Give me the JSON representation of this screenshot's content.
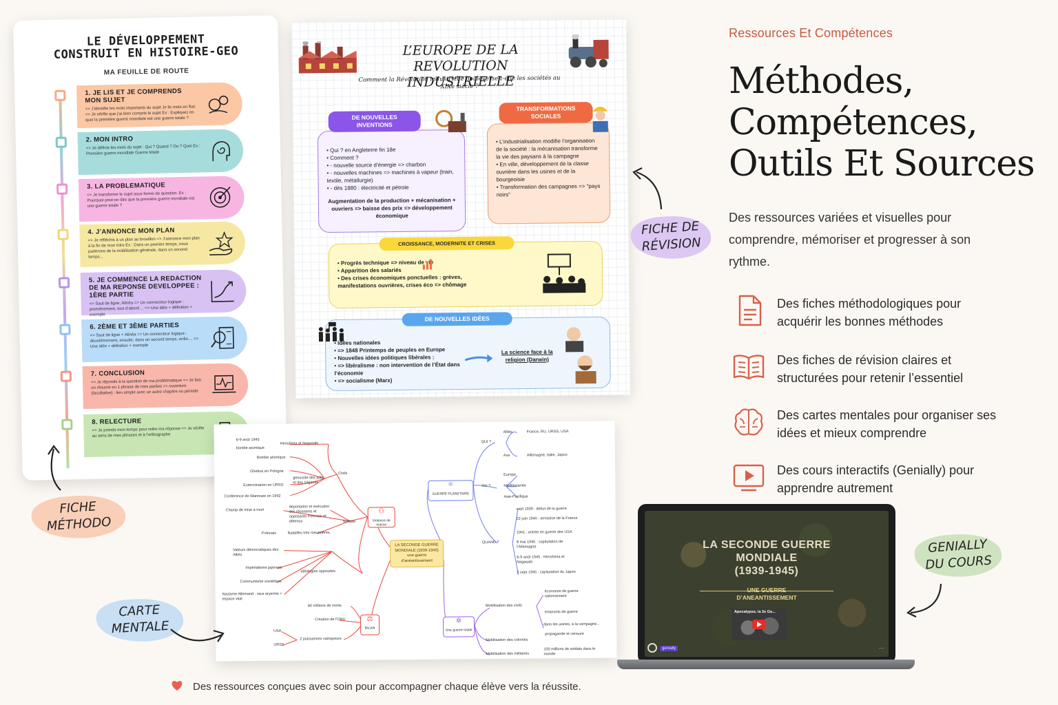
{
  "header": {
    "eyebrow": "Ressources Et Compétences",
    "headline": [
      "Méthodes,",
      "Compétences,",
      "Outils Et Sources"
    ],
    "intro": "Des ressources variées et visuelles pour comprendre, mémoriser et progresser à son rythme."
  },
  "features": [
    {
      "icon": "document-icon",
      "text": "Des fiches méthodologiques pour acquérir les bonnes méthodes"
    },
    {
      "icon": "open-book-icon",
      "text": "Des fiches de révision claires et structurées pour retenir l’essentiel"
    },
    {
      "icon": "brain-icon",
      "text": "Des cartes mentales pour organiser ses idées et mieux comprendre"
    },
    {
      "icon": "video-play-icon",
      "text": "Des cours interactifs (Genially) pour apprendre autrement"
    }
  ],
  "accent_color": "#d8604a",
  "labels": {
    "fiche_methodo": [
      "FICHE",
      "MÉTHODO"
    ],
    "fiche_revision": [
      "FICHE DE",
      "RÉVISION"
    ],
    "carte_mentale": [
      "CARTE",
      "MENTALE"
    ],
    "genially": [
      "GENIALLY",
      "DU COURS"
    ]
  },
  "footer": "Des ressources conçues avec soin pour accompagner chaque élève vers la réussite.",
  "methodo": {
    "title": [
      "LE DÉVELOPPEMENT",
      "CONSTRUIT EN HISTOIRE-GEO"
    ],
    "subtitle": "MA FEUILLE DE ROUTE",
    "steps": [
      {
        "title": "1. JE LIS ET JE COMPRENDS MON SUJET",
        "body": "=> J’identifie les mots importants du sujet Je lis mots en fluo => Je vérifie que j’ai bien compris le sujet Ex : Expliquez en quoi la première guerre mondiale est une guerre totale ?",
        "color": "#fbc7a5",
        "node": "#f6a985",
        "icon": "gears-head-icon"
      },
      {
        "title": "2. MON INTRO",
        "body": "=> Je définis les mots du sujet : Qui ? Quand ? Ou ? Quoi Ex : Première guerre mondiale Guerre totale",
        "color": "#a7dcdc",
        "node": "#7fc6c7",
        "icon": "spiral-head-icon"
      },
      {
        "title": "3. LA PROBLEMATIQUE",
        "body": "=> Je transforme le sujet sous forme de question. Ex : Pourquoi peut-on dire que la première guerre mondiale est une guerre totale ?",
        "color": "#f7b6e2",
        "node": "#ee8fd0",
        "icon": "target-icon"
      },
      {
        "title": "4. J’ANNONCE MON PLAN",
        "body": "=> Je réfléchis à un plan au brouillon => J’annonce mon plan à la fin de mon intro Ex : Dans un premier temps, nous parlerons de la mobilisation générale, dans un second temps...",
        "color": "#f6e8a3",
        "node": "#eed773",
        "icon": "hand-star-icon"
      },
      {
        "title": "5. JE COMMENCE LA REDACTION DE MA REPONSE DEVELOPPEE : 1ÈRE PARTIE",
        "body": "=> Saut de ligne, Alinéa => Un connecteur logique : premièrement, tout d’abord ... => Une idée + définition + exemple",
        "color": "#d7c2f3",
        "node": "#b693ea",
        "icon": "growth-chart-icon"
      },
      {
        "title": "6. 2ÈME ET 3ÈME PARTIES",
        "body": "=> Saut de ligne + Alinéa => Un connecteur logique : deuxièmement, ensuite, dans un second temps, enfin.... => Une idée + définition + exemple",
        "color": "#b9dcf8",
        "node": "#8cc3f0",
        "icon": "magnifier-document-icon"
      },
      {
        "title": "7. CONCLUSION",
        "body": "=> Je réponds à la question de ma problématique => Je fais un résumé en 1 phrase de mes parties => ouverture (facultative) : lien simple avec un autre chapitre ou période",
        "color": "#f9b7ac",
        "node": "#f39486",
        "icon": "laptop-pulse-icon"
      },
      {
        "title": "8. RELECTURE",
        "body": "=> Je prends mon temps pour relire ma réponse => Je vérifie au sens de mes phrases et à l’orthographe",
        "color": "#c7e6b4",
        "node": "#a3d388",
        "icon": "trophy-icon"
      }
    ]
  },
  "revision": {
    "title": [
      "L’EUROPE DE LA REVOLUTION",
      "INDUSTRIELLE"
    ],
    "question": "Comment la Révolution industrielle bouleverse-t-elle les sociétés au XIXe siècle ?",
    "inventions": {
      "header": "DE NOUVELLES INVENTIONS",
      "lines": [
        "Qui ? en Angleterre fin 18e",
        "Comment ?",
        "- nouvelle source d’énergie => charbon",
        "- nouvelles machines => machines à vapeur (train, textile, métallurgie)",
        "- dès 1880 : électricité et pétrole"
      ],
      "result": "Augmentation de la production + mécanisation + ouvriers => baisse des prix => développement économique"
    },
    "social": {
      "header": "TRANSFORMATIONS SOCIALES",
      "lines": [
        "L’industrialisation modifie l’organisation de la société : la mécanisation transforme la vie des paysans à la campagne",
        "En ville, développement de la classe ouvrière dans les usines et de la bourgeoisie",
        "Transformation des campagnes => \"pays noirs\""
      ]
    },
    "growth": {
      "header": "CROISSANCE, MODERNITE ET CRISES",
      "lines": [
        "Progrès technique => niveau de vie",
        "Apparition des salariés",
        "Des crises économiques ponctuelles : grèves, manifestations ouvrières, crises éco => chômage"
      ]
    },
    "ideas": {
      "header": "DE NOUVELLES IDÉES",
      "lines": [
        "Idées nationales",
        "=> 1848 Printemps de peuples en Europe",
        "Nouvelles idées politiques libérales :",
        "=> libéralisme : non intervention de l’État dans l’économie",
        "=> socialisme (Marx)"
      ],
      "science": "La science face à la religion (Darwin)"
    }
  },
  "mindmap": {
    "center": "LA SECONDE GUERRE MONDIALE (1939-1945) une guerre d’anéantissement",
    "hubs": {
      "violence": "Violence de masse",
      "planetaire": "GUERRE PLANETAIRE",
      "bilan": "BILAN",
      "totale": "Une guerre totale"
    },
    "left": {
      "top": [
        "6-9 août 1945",
        "bombe atomique",
        "Hiroshima et Nagasaki"
      ],
      "civils": [
        "Bombe atomique",
        "Ghettos en Pologne",
        "Extermination en URSS",
        "Conférence de Wannsee en 1942",
        "génocide des juifs et des tziganes",
        "Civils"
      ],
      "soldats": [
        "Champ de mise à mort",
        "déportation et exécution des résistants et opposants Polonais et détenus",
        "Soldats",
        "Polonais",
        "Batailles très meurtrières"
      ],
      "ideologies": [
        "Valeurs démocratiques des Alliés",
        "Impérialisme japonais",
        "Communisme soviétique",
        "Nazisme Allemand : race aryenne + espace vital",
        "Idéologies opposées"
      ],
      "bilan": [
        "60 millions de morts",
        "Création de l’ONU",
        "USA",
        "URSS",
        "2 puissances vainqueurs"
      ]
    },
    "right": {
      "qui": [
        "QUI ?",
        "Alliés",
        "France, RU, URSS, USA",
        "Axe",
        "Allemagne, Italie, Japon"
      ],
      "ou": [
        "OU ?",
        "Europe",
        "Méditerranée",
        "Asie-Pacifique"
      ],
      "quand": [
        "QUAND ?",
        "sept 1939 : début de la guerre",
        "22 juin 1940 : armistice de la France",
        "1941 : entrée en guerre des USA",
        "8 mai 1945 : capitulation de l’Allemagne",
        "6-9 août 1945 : Hiroshima et Nagasaki",
        "2 sept 1945 : capitulation du Japon"
      ],
      "totale": [
        "Mobilisation des civils",
        "économie de guerre rationnement",
        "emprunts de guerre",
        "dans les usines, à la campagne...",
        "propagande et censure",
        "Mobilisation des colonies",
        "Mobilisation des militaires",
        "100 millions de soldats dans le monde"
      ]
    }
  },
  "genially": {
    "title": [
      "LA SECONDE GUERRE",
      "MONDIALE",
      "(1939-1945)"
    ],
    "subtitle": [
      "UNE GUERRE",
      "D’ANEANTISSEMENT"
    ],
    "video_caption": "Apocalypse, la 2e Gu...",
    "brand": "genially"
  }
}
